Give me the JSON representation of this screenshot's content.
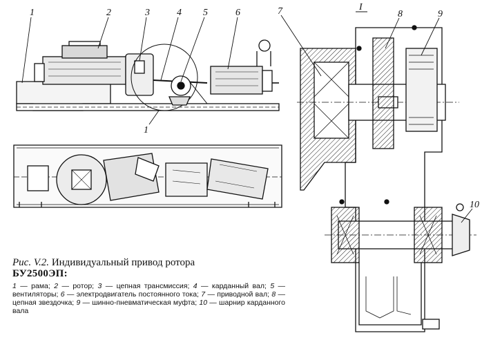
{
  "callouts": {
    "top": [
      "1",
      "2",
      "3",
      "4",
      "5",
      "6",
      "7",
      "8",
      "9"
    ],
    "underline_label": "I",
    "lower_left": "1",
    "right_side": "10"
  },
  "caption": {
    "prefix": "Рис.   V.2.",
    "title": "Индивидуальный   привод   ротора",
    "model": "БУ2500ЭП:",
    "legend": [
      {
        "n": "1",
        "text": "рама;"
      },
      {
        "n": "2",
        "text": "ротор;"
      },
      {
        "n": "3",
        "text": "цепная трансмиссия;"
      },
      {
        "n": "4",
        "text": "карданный вал;"
      },
      {
        "n": "5",
        "text": "вентиляторы;"
      },
      {
        "n": "6",
        "text": "электродвигатель постоянного тока;"
      },
      {
        "n": "7",
        "text": "приводной вал;"
      },
      {
        "n": "8",
        "text": "цепная звездочка;"
      },
      {
        "n": "9",
        "text": "шинно-пневматическая муфта;"
      },
      {
        "n": "10",
        "text": "шарнир карданного вала"
      }
    ]
  }
}
